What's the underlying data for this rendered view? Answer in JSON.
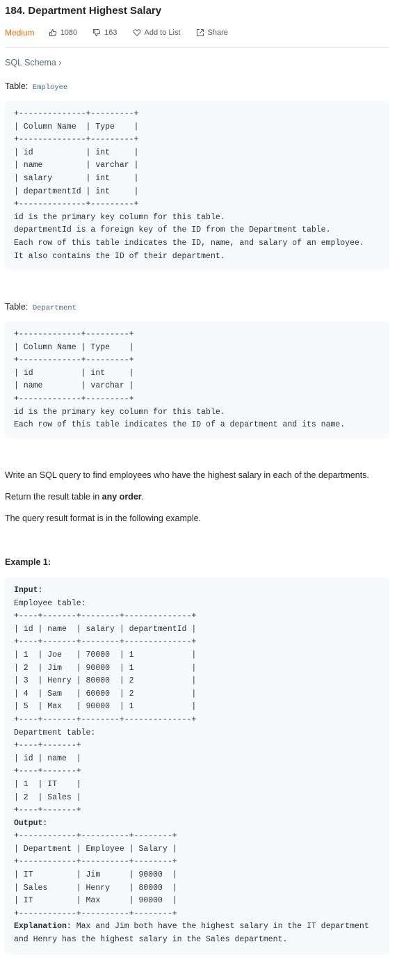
{
  "problem": {
    "title": "184. Department Highest Salary",
    "difficulty": "Medium",
    "likes": "1080",
    "dislikes": "163",
    "add_to_list": "Add to List",
    "share": "Share",
    "colors": {
      "difficulty": "#ef6c00",
      "link": "#546e7a"
    }
  },
  "schema_link": "SQL Schema ›",
  "employee_table": {
    "label": "Table:",
    "name": "Employee",
    "schema": "+--------------+---------+\n| Column Name  | Type    |\n+--------------+---------+\n| id           | int     |\n| name         | varchar |\n| salary       | int     |\n| departmentId | int     |\n+--------------+---------+\nid is the primary key column for this table.\ndepartmentId is a foreign key of the ID from the Department table.\nEach row of this table indicates the ID, name, and salary of an employee.\nIt also contains the ID of their department."
  },
  "department_table": {
    "label": "Table:",
    "name": "Department",
    "schema": "+-------------+---------+\n| Column Name | Type    |\n+-------------+---------+\n| id          | int     |\n| name        | varchar |\n+-------------+---------+\nid is the primary key column for this table.\nEach row of this table indicates the ID of a department and its name."
  },
  "description": {
    "line1": "Write an SQL query to find employees who have the highest salary in each of the departments.",
    "line2_prefix": "Return the result table in ",
    "line2_bold": "any order",
    "line2_suffix": ".",
    "line3": "The query result format is in the following example."
  },
  "example": {
    "title": "Example 1:",
    "input_label": "Input:",
    "input_body": "\nEmployee table:\n+----+-------+--------+--------------+\n| id | name  | salary | departmentId |\n+----+-------+--------+--------------+\n| 1  | Joe   | 70000  | 1            |\n| 2  | Jim   | 90000  | 1            |\n| 3  | Henry | 80000  | 2            |\n| 4  | Sam   | 60000  | 2            |\n| 5  | Max   | 90000  | 1            |\n+----+-------+--------+--------------+\nDepartment table:\n+----+-------+\n| id | name  |\n+----+-------+\n| 1  | IT    |\n| 2  | Sales |\n+----+-------+\n",
    "output_label": "Output:",
    "output_body": "\n+------------+----------+--------+\n| Department | Employee | Salary |\n+------------+----------+--------+\n| IT         | Jim      | 90000  |\n| Sales      | Henry    | 80000  |\n| IT         | Max      | 90000  |\n+------------+----------+--------+\n",
    "explanation_label": "Explanation:",
    "explanation_body": " Max and Jim both have the highest salary in the IT department\nand Henry has the highest salary in the Sales department."
  }
}
